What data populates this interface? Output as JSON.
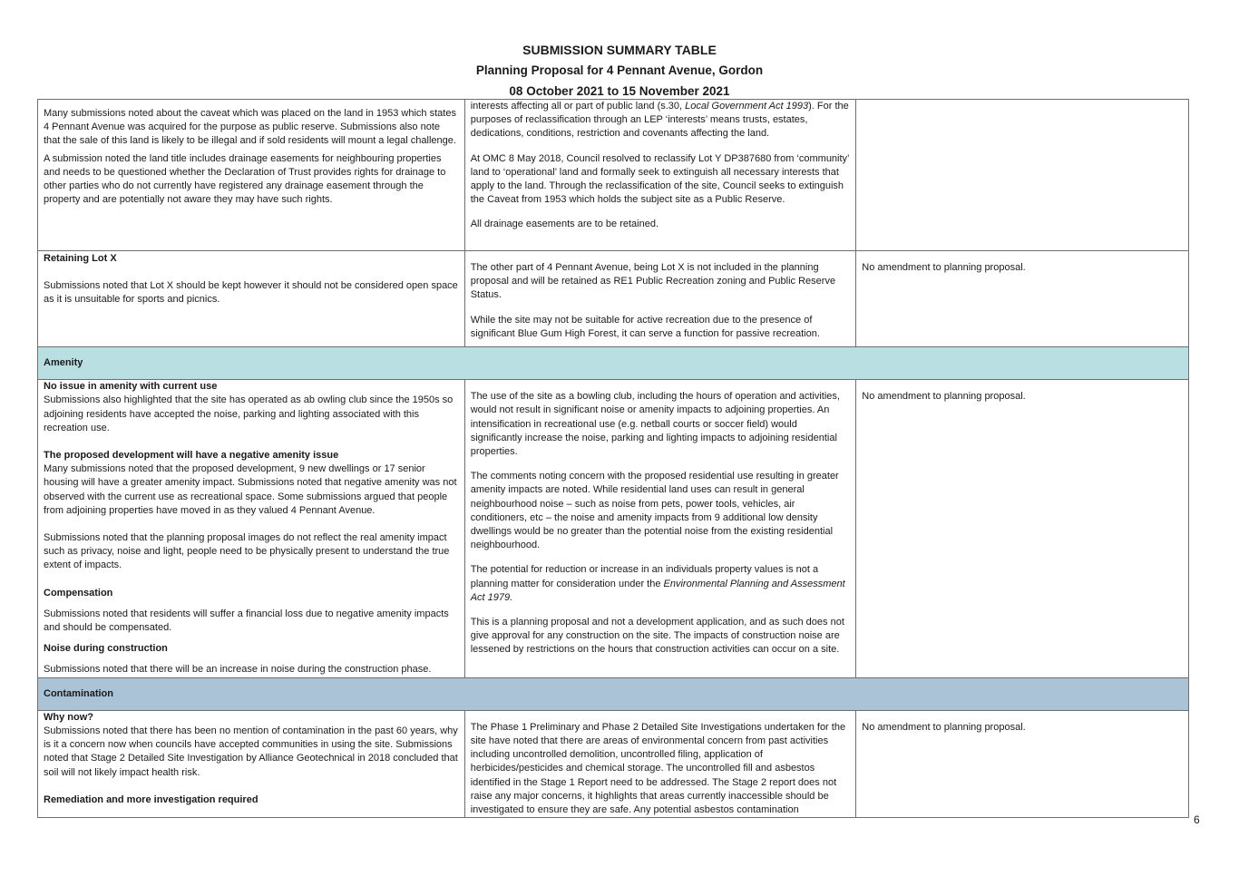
{
  "header": {
    "title": "SUBMISSION SUMMARY TABLE",
    "subtitle": "Planning Proposal for 4 Pennant Avenue, Gordon",
    "dates": "08 October 2021 to 15 November 2021"
  },
  "row1": {
    "left_p1": "Many submissions noted about the caveat which was placed on the land in 1953 which states 4 Pennant Avenue was acquired for the purpose as public reserve. Submissions also note that the sale of this land is likely to be illegal and if sold residents will mount a legal challenge.",
    "left_p2": "A submission noted the land title includes drainage easements for neighbouring properties and needs to be questioned whether the Declaration of Trust provides rights for drainage to other parties who do not currently have registered any drainage easement through the property and are potentially not aware they may have such rights.",
    "mid_p1_a": "interests affecting all or part of public land (s.30, ",
    "mid_p1_i": "Local Government Act 1993",
    "mid_p1_b": "). For the purposes of reclassification through an LEP ‘interests’ means trusts, estates, dedications, conditions, restriction and covenants affecting the land.",
    "mid_p2": "At OMC 8 May 2018, Council resolved to reclassify Lot Y DP387680 from ‘community’ land to ‘operational’ land and formally seek to extinguish all necessary interests that apply to the land. Through the reclassification of the site, Council seeks to extinguish the Caveat from 1953 which holds the subject site as a Public Reserve.",
    "mid_p3": "All drainage easements are to be retained."
  },
  "row2": {
    "heading": "Retaining Lot X",
    "left_p1": "Submissions noted that Lot X should be kept however it should not be considered open space as it is unsuitable for sports and picnics.",
    "mid_p1": "The other part of 4 Pennant Avenue, being Lot X is not included in the planning proposal and will be retained as RE1 Public Recreation zoning and Public Reserve Status.",
    "mid_p2": "While the site may not be suitable for active recreation due to the presence of significant Blue Gum High Forest, it can serve a function for passive recreation.",
    "right": "No amendment to planning proposal."
  },
  "section_amenity": "Amenity",
  "row3": {
    "h1": "No issue in amenity with current use",
    "p1": "Submissions also highlighted that the site has operated as ab owling club since the 1950s so adjoining residents have accepted the noise, parking and lighting associated with this recreation use.",
    "h2": "The proposed development will have a negative amenity issue",
    "p2": "Many submissions noted that the proposed development, 9 new dwellings or 17 senior housing will have a greater amenity impact. Submissions noted that negative amenity was not observed with the current use as recreational space. Some submissions argued that people from adjoining properties have moved in as they valued 4 Pennant Avenue.",
    "p3": "Submissions noted that the planning proposal images do not reflect the real amenity impact such as privacy, noise and light, people need to be physically present to understand the true extent of impacts.",
    "h3": "Compensation",
    "p4": "Submissions noted that residents will suffer a financial loss due to negative amenity impacts and should be compensated.",
    "h4": "Noise during construction",
    "p5": "Submissions noted that there will be an increase in noise during the construction phase.",
    "mid_p1": "The use of the site as a bowling club, including the hours of operation and activities, would not result in significant noise or amenity impacts to adjoining properties. An intensification in recreational use (e.g. netball courts or soccer field) would significantly increase the noise, parking and lighting impacts to adjoining residential properties.",
    "mid_p2": "The comments noting concern with the proposed residential use resulting in greater amenity impacts are noted. While residential land uses can result in general neighbourhood noise – such as noise from pets, power tools, vehicles, air conditioners, etc – the noise and amenity impacts from 9 additional low density dwellings would be no greater than the potential noise from the existing residential neighbourhood.",
    "mid_p3_a": "The potential for reduction or increase in an individuals property values is not a planning matter for consideration under the ",
    "mid_p3_i": "Environmental Planning and Assessment Act 1979.",
    "mid_p4": "This is a planning proposal and not a development application, and as such does not give approval for any construction on the site. The impacts of construction noise are lessened by restrictions on the hours that construction activities can occur on a site.",
    "right": "No amendment to planning proposal."
  },
  "section_contamination": "Contamination",
  "row4": {
    "h1": "Why now?",
    "p1": "Submissions noted that there has been no mention of contamination in the past 60 years, why is it a concern now when councils have accepted communities in using the site. Submissions noted that Stage 2 Detailed Site Investigation by Alliance Geotechnical in 2018 concluded that soil will not likely impact health risk.",
    "h2": "Remediation and more investigation required",
    "mid_p1": "The Phase 1 Preliminary and Phase 2 Detailed Site Investigations undertaken for the site have noted that there are areas of environmental concern from past activities including uncontrolled demolition, uncontrolled filing, application of herbicides/pesticides and chemical storage. The uncontrolled fill and asbestos identified in the Stage 1 Report need to be addressed. The Stage 2 report does not raise any major concerns, it highlights that areas currently inaccessible should be investigated to ensure they are safe. Any potential asbestos contamination",
    "right": "No amendment to planning proposal."
  },
  "page_number": "6"
}
